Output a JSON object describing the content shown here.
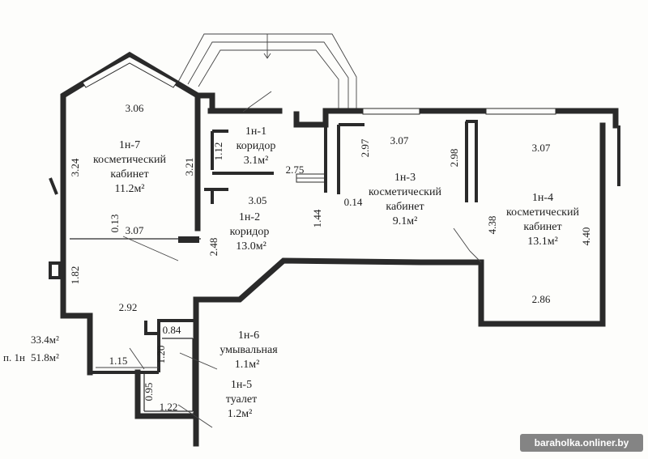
{
  "rooms": [
    {
      "id": "1n-7",
      "code": "1н-7",
      "name1": "косметический",
      "name2": "кабинет",
      "area": "11.2м²"
    },
    {
      "id": "1n-1",
      "code": "1н-1",
      "name1": "коридор",
      "area": "3.1м²"
    },
    {
      "id": "1n-2",
      "code": "1н-2",
      "name1": "коридор",
      "area": "13.0м²"
    },
    {
      "id": "1n-3",
      "code": "1н-3",
      "name1": "косметический",
      "name2": "кабинет",
      "area": "9.1м²"
    },
    {
      "id": "1n-4",
      "code": "1н-4",
      "name1": "косметический",
      "name2": "кабинет",
      "area": "13.1м²"
    },
    {
      "id": "1n-6",
      "code": "1н-6",
      "name1": "умывальная",
      "area": "1.1м²"
    },
    {
      "id": "1n-5",
      "code": "1н-5",
      "name1": "туалет",
      "area": "1.2м²"
    }
  ],
  "dimensions": {
    "d306": "3.06",
    "d324": "3.24",
    "d321": "3.21",
    "d013": "0.13",
    "d307a": "3.07",
    "d112": "1.12",
    "d275": "2.75",
    "d305": "3.05",
    "d248": "2.48",
    "d144": "1.44",
    "d014": "0.14",
    "d297": "2.97",
    "d307b": "3.07",
    "d298": "2.98",
    "d307c": "3.07",
    "d438": "4.38",
    "d440": "4.40",
    "d286": "2.86",
    "d182": "1.82",
    "d292": "2.92",
    "d084": "0.84",
    "d120": "1.20",
    "d115": "1.15",
    "d095": "0.95",
    "d122": "1.22"
  },
  "summary": {
    "area1": "33.4м²",
    "label2": "п. 1н",
    "area2": "51.8м²"
  },
  "watermark": "baraholka.onliner.by"
}
